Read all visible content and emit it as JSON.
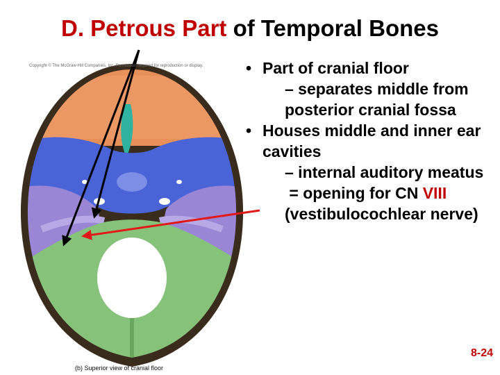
{
  "slide": {
    "title_highlight": "D. Petrous Part",
    "title_rest": " of Temporal Bones",
    "copyright": "Copyright © The McGraw-Hill Companies, Inc. Permission required for reproduction or display.",
    "caption": "(b) Superior view of cranial floor",
    "bullets": {
      "b1": "Part of cranial floor",
      "b1_sub": "– separates middle from posterior cranial fossa",
      "b2": "Houses middle and inner ear cavities",
      "b2_sub": "– internal auditory meatus",
      "b2_def_prefix": " = opening for CN ",
      "b2_def_numeral": "VIII",
      "b2_def_suffix": "(vestibulocochlear nerve)"
    },
    "slide_number": "8-24"
  },
  "colors": {
    "title_highlight": "#c00000",
    "frontal_bone": "#e8905a",
    "sphenoid_bone": "#4a64d8",
    "temporal_bone": "#9a86d4",
    "occipital_bone": "#86c27a",
    "arrow_black": "#000000",
    "arrow_red": "#e01818"
  }
}
